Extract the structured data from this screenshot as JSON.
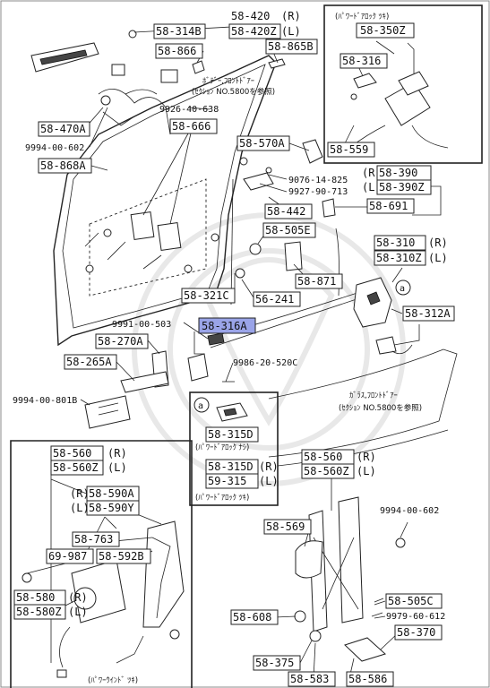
{
  "labels": {
    "p58_420": "58-420",
    "p58_420_r": "(R)",
    "p58_420z": "58-420Z",
    "p58_420z_l": "(L)",
    "p58_314b": "58-314B",
    "p58_866": "58-866",
    "p58_865b": "58-865B",
    "p58_470a": "58-470A",
    "p9994_00_602a": "9994-00-602",
    "p9926_40_638": "9926-40-638",
    "p58_666": "58-666",
    "p58_868a": "58-868A",
    "p58_570a": "58-570A",
    "p9076_14_825": "9076-14-825",
    "p9927_90_713": "9927-90-713",
    "p58_442": "58-442",
    "p58_505e": "58-505E",
    "p58_871": "58-871",
    "p58_321c": "58-321C",
    "p56_241": "56-241",
    "p58_316a": "58-316A",
    "p9991_00_503": "9991-00-503",
    "p58_270a": "58-270A",
    "p58_265a": "58-265A",
    "p9986_20_520c": "9986-20-520C",
    "p9994_00_801b": "9994-00-801B",
    "p58_350z": "58-350Z",
    "p58_316": "58-316",
    "p58_559": "58-559",
    "p58_390": "58-390",
    "p58_390_r": "(R)",
    "p58_390z": "58-390Z",
    "p58_390z_l": "(L)",
    "p58_691": "58-691",
    "p58_310": "58-310",
    "p58_310_r": "(R)",
    "p58_310z": "58-310Z",
    "p58_310z_l": "(L)",
    "p58_312a": "58-312A",
    "circle_a": "a",
    "circle_a2": "a",
    "p58_315d": "58-315D",
    "p58_315d2": "58-315D",
    "p58_315d2_r": "(R)",
    "p59_315": "59-315",
    "p59_315_l": "(L)",
    "p58_560a": "58-560",
    "p58_560a_r": "(R)",
    "p58_560za": "58-560Z",
    "p58_560za_l": "(L)",
    "p58_590a": "58-590A",
    "p58_590a_r": "(R)",
    "p58_590y": "58-590Y",
    "p58_590y_l": "(L)",
    "p58_763": "58-763",
    "p69_987": "69-987",
    "p58_592b": "58-592B",
    "p58_580": "58-580",
    "p58_580_r": "(R)",
    "p58_580z": "58-580Z",
    "p58_580z_l": "(L)",
    "p58_560b": "58-560",
    "p58_560b_r": "(R)",
    "p58_560zb": "58-560Z",
    "p58_560zb_l": "(L)",
    "p58_569": "58-569",
    "p9994_00_602b": "9994-00-602",
    "p58_505c": "58-505C",
    "p9979_60_612": "9979-60-612",
    "p58_608": "58-608",
    "p58_370": "58-370",
    "p58_375": "58-375",
    "p58_583": "58-583",
    "p58_586": "58-586"
  },
  "notes": {
    "power_lock_header": "(ﾊﾟﾜｰﾄﾞｱﾛｯｸ ﾂｷ)",
    "body_front_door_1": "ﾎﾞﾃﾞｰ,ﾌﾛﾝﾄﾄﾞｱｰ",
    "body_front_door_2": "(ｾｸｼｮﾝ NO.5800を参照)",
    "glass_front_door_1": "ｶﾞﾗｽ,ﾌﾛﾝﾄﾄﾞｱｰ",
    "glass_front_door_2": "(ｾｸｼｮﾝ NO.5800を参照)",
    "no_power_lock": "(ﾊﾟﾜｰﾄﾞｱﾛｯｸ ﾅｼ)",
    "with_power_lock": "(ﾊﾟﾜｰﾄﾞｱﾛｯｸ ﾂｷ)",
    "power_window": "(ﾊﾟﾜｰｳｲﾝﾄﾞ ﾂｷ)"
  },
  "colors": {
    "highlight": "#9aa4e8",
    "ink": "#222222"
  }
}
